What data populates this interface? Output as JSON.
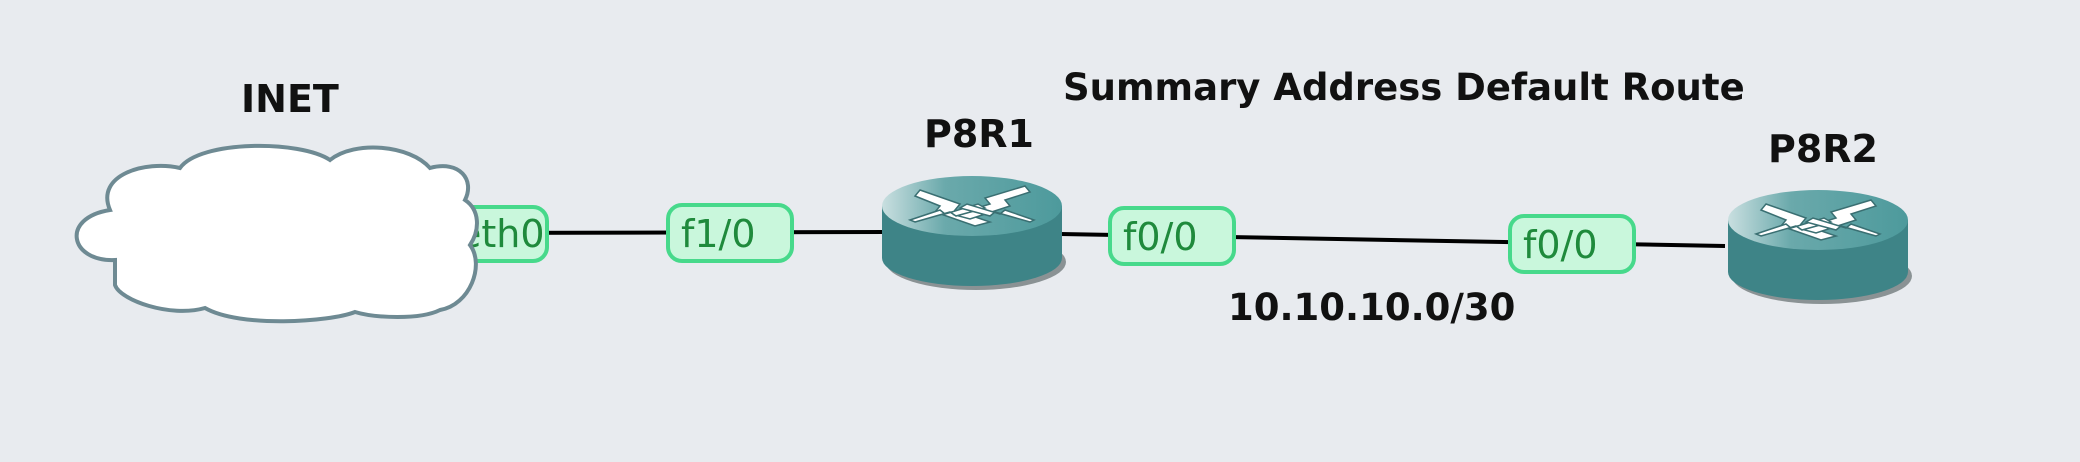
{
  "diagram": {
    "title": "Summary Address Default Route",
    "subnet_label": "10.10.10.0/30",
    "nodes": {
      "inet": {
        "label": "INET",
        "icon": "cloud-icon"
      },
      "p8r1": {
        "label": "P8R1",
        "icon": "router-icon"
      },
      "p8r2": {
        "label": "P8R2",
        "icon": "router-icon"
      }
    },
    "ports": {
      "inet_eth0": "eth0",
      "p8r1_f1_0": "f1/0",
      "p8r1_f0_0": "f0/0",
      "p8r2_f0_0": "f0/0"
    },
    "colors": {
      "background": "#e8ebef",
      "port_fill": "#c9f7dc",
      "port_border": "#47d98b",
      "port_text": "#1f8a3c",
      "router_top": "#4d9a9c",
      "router_side": "#3e8487",
      "cloud_fill": "#ffffff",
      "cloud_stroke": "#6e8a93",
      "link": "#000000"
    }
  }
}
